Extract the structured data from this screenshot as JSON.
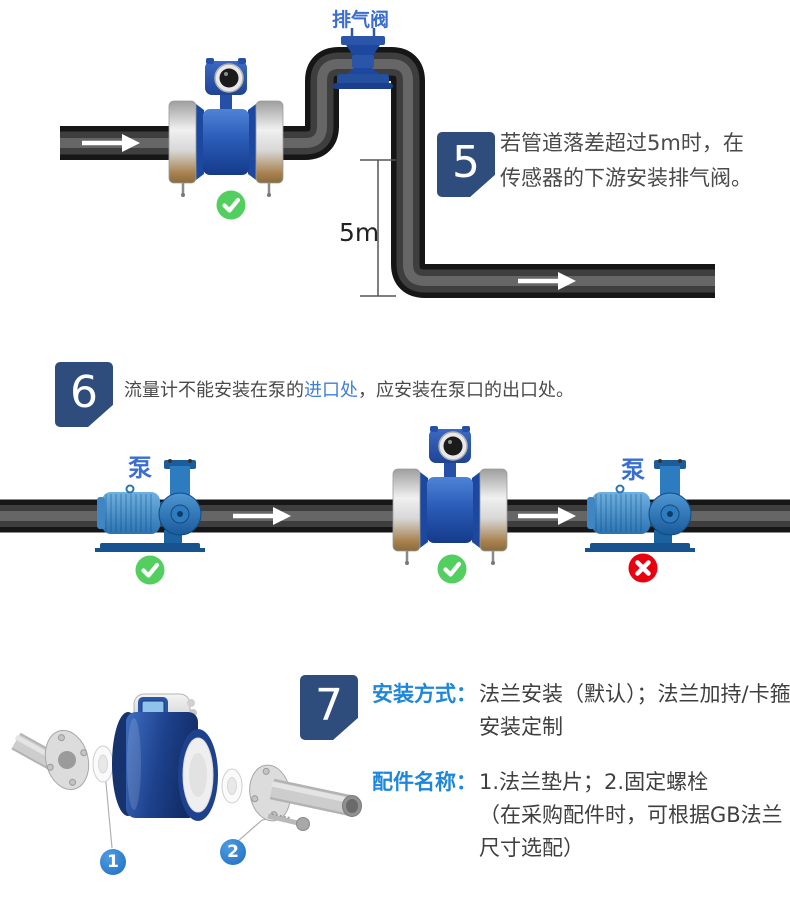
{
  "colors": {
    "badge_bg": "#2e4d7d",
    "label_blue": "#1e87db",
    "highlight_blue": "#3f7fd8",
    "check_green": "#52cf5e",
    "cross_red": "#e8000e",
    "meter_blue": "#2a5cb8"
  },
  "section5": {
    "badge": "5",
    "valve_label": "排气阀",
    "distance_label": "5m",
    "text_line1": "若管道落差超过5m时，在",
    "text_line2": "传感器的下游安装排气阀。"
  },
  "section6": {
    "badge": "6",
    "text_prefix": "流量计不能安装在泵的",
    "text_highlight": "进口处",
    "text_suffix": "，应安装在泵口的出口处。",
    "pump_label_left": "泵",
    "pump_label_right": "泵"
  },
  "section7": {
    "badge": "7",
    "install_label": "安装方式：",
    "install_text": "法兰安装（默认）；法兰加持/卡箍安装定制",
    "parts_label": "配件名称：",
    "parts_text_1": "1.法兰垫片；2.固定螺栓",
    "parts_text_2": "（在采购配件时，可根据GB法兰尺寸选配）",
    "marker1": "1",
    "marker2": "2"
  }
}
